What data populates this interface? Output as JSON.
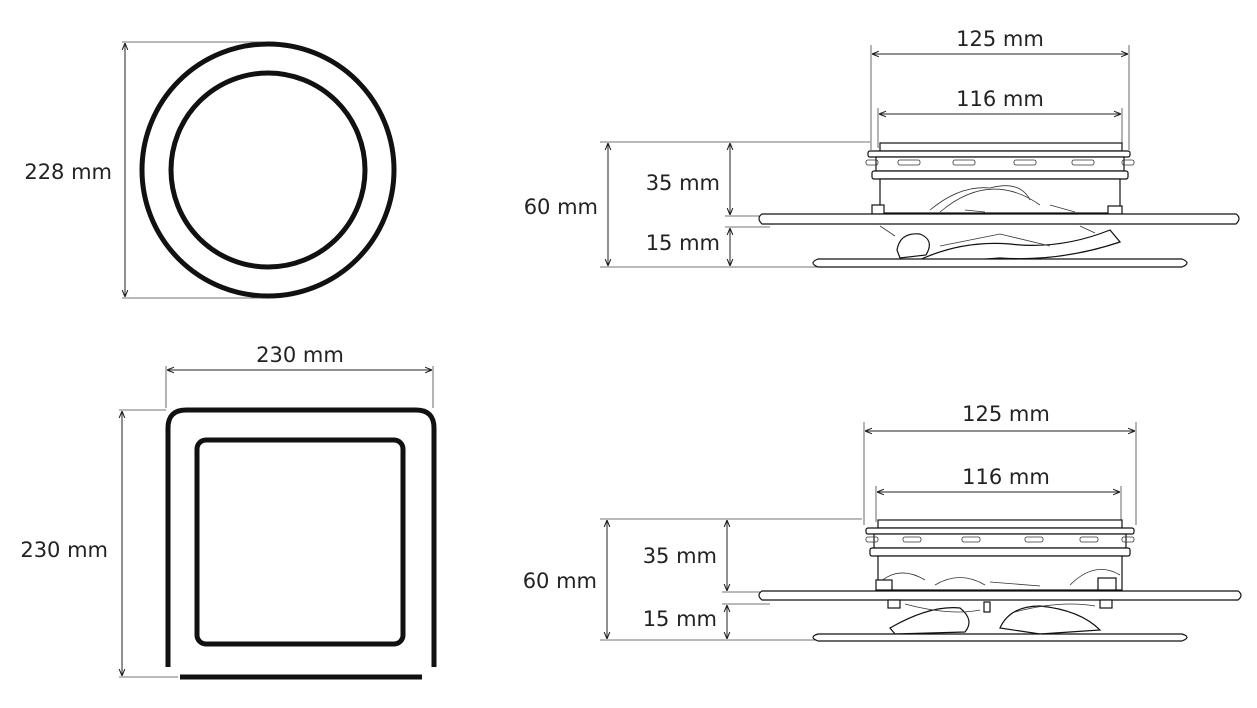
{
  "colors": {
    "line": "#111111",
    "background": "#ffffff",
    "text": "#222222"
  },
  "round_top_view": {
    "diameter_label": "228 mm"
  },
  "square_top_view": {
    "width_label": "230 mm",
    "height_label": "230 mm"
  },
  "round_side_view": {
    "outer_width_label": "125 mm",
    "inner_width_label": "116 mm",
    "total_height_label": "60 mm",
    "body_height_label": "35 mm",
    "bottom_height_label": "15 mm"
  },
  "square_side_view": {
    "outer_width_label": "125 mm",
    "inner_width_label": "116 mm",
    "total_height_label": "60 mm",
    "body_height_label": "35 mm",
    "bottom_height_label": "15 mm"
  }
}
